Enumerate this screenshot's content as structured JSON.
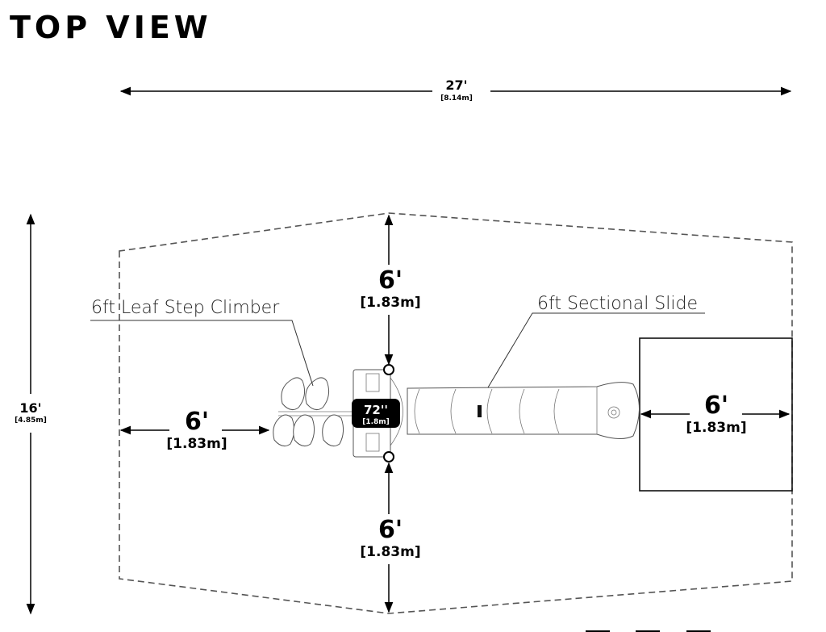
{
  "title": "TOP VIEW",
  "dimensions": {
    "overall_length": {
      "imperial": "27'",
      "metric": "[8.14m]"
    },
    "overall_width": {
      "imperial": "16'",
      "metric": "[4.85m]"
    },
    "clearance_top": {
      "imperial": "6'",
      "metric": "[1.83m]"
    },
    "clearance_bottom": {
      "imperial": "6'",
      "metric": "[1.83m]"
    },
    "clearance_left": {
      "imperial": "6'",
      "metric": "[1.83m]"
    },
    "clearance_slide_exit": {
      "imperial": "6'",
      "metric": "[1.83m]"
    },
    "deck_height": {
      "imperial": "72''",
      "metric": "[1.8m]"
    }
  },
  "components": [
    {
      "label": "6ft Leaf Step Climber"
    },
    {
      "label": "6ft Sectional Slide"
    }
  ],
  "colors": {
    "line": "#000000",
    "dashed_zone": "#555555",
    "badge_bg": "#000000",
    "badge_text": "#ffffff"
  }
}
